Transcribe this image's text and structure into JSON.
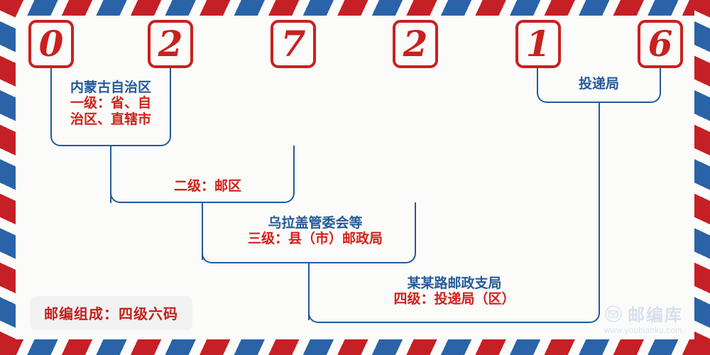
{
  "postal_code": {
    "digits": [
      "0",
      "2",
      "7",
      "2",
      "1",
      "6"
    ]
  },
  "levels": [
    {
      "id": "level-1",
      "name": "内蒙古自治区",
      "description": "一级：省、自\n治区、直辖市",
      "desc_line1": "一级：省、自",
      "desc_line2": "治区、直辖市"
    },
    {
      "id": "level-2",
      "name": "",
      "description": "二级：邮区"
    },
    {
      "id": "level-3",
      "name": "乌拉盖管委会等",
      "description": "三级：县（市）邮政局"
    },
    {
      "id": "level-4",
      "name": "某某路邮政支局",
      "description": "四级：投递局（区）"
    }
  ],
  "delivery_office_label": "投递局",
  "footer_badge": "邮编组成：四级六码",
  "watermark": {
    "brand": "邮编库",
    "url": "www.youbianku.com",
    "icon": "envelope-circle-icon"
  },
  "colors": {
    "red": "#c9211e",
    "blue": "#245a9a",
    "label_red": "#d0211c",
    "label_blue": "#245a9a",
    "background": "#fbfbf9",
    "stripe_red": "#c52026",
    "stripe_blue": "#2a63a8"
  }
}
